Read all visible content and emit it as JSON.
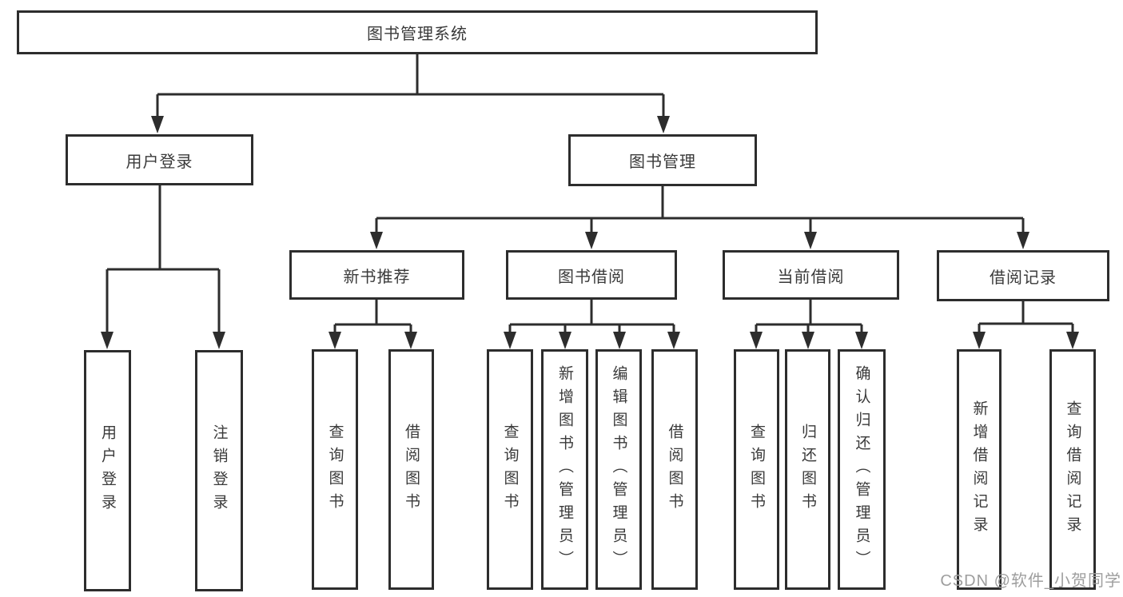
{
  "diagram_title": "图书管理系统",
  "tree": {
    "root": {
      "label": "图书管理系统",
      "children": [
        {
          "label": "用户登录",
          "children": [
            {
              "label": "用户登录"
            },
            {
              "label": "注销登录"
            }
          ]
        },
        {
          "label": "图书管理",
          "children": [
            {
              "label": "新书推荐",
              "children": [
                {
                  "label": "查询图书"
                },
                {
                  "label": "借阅图书"
                }
              ]
            },
            {
              "label": "图书借阅",
              "children": [
                {
                  "label": "查询图书"
                },
                {
                  "label": "新增图书（管理员）"
                },
                {
                  "label": "编辑图书（管理员）"
                },
                {
                  "label": "借阅图书"
                }
              ]
            },
            {
              "label": "当前借阅",
              "children": [
                {
                  "label": "查询图书"
                },
                {
                  "label": "归还图书"
                },
                {
                  "label": "确认归还（管理员）"
                }
              ]
            },
            {
              "label": "借阅记录",
              "children": [
                {
                  "label": "新增借阅记录"
                },
                {
                  "label": "查询借阅记录"
                }
              ]
            }
          ]
        }
      ]
    }
  },
  "watermark": {
    "text": "CSDN @软件_小贺同学"
  },
  "colors": {
    "line": "#2d2d2d",
    "text": "#3a3a3a",
    "watermark": "#9e9e9e",
    "background": "#ffffff"
  }
}
